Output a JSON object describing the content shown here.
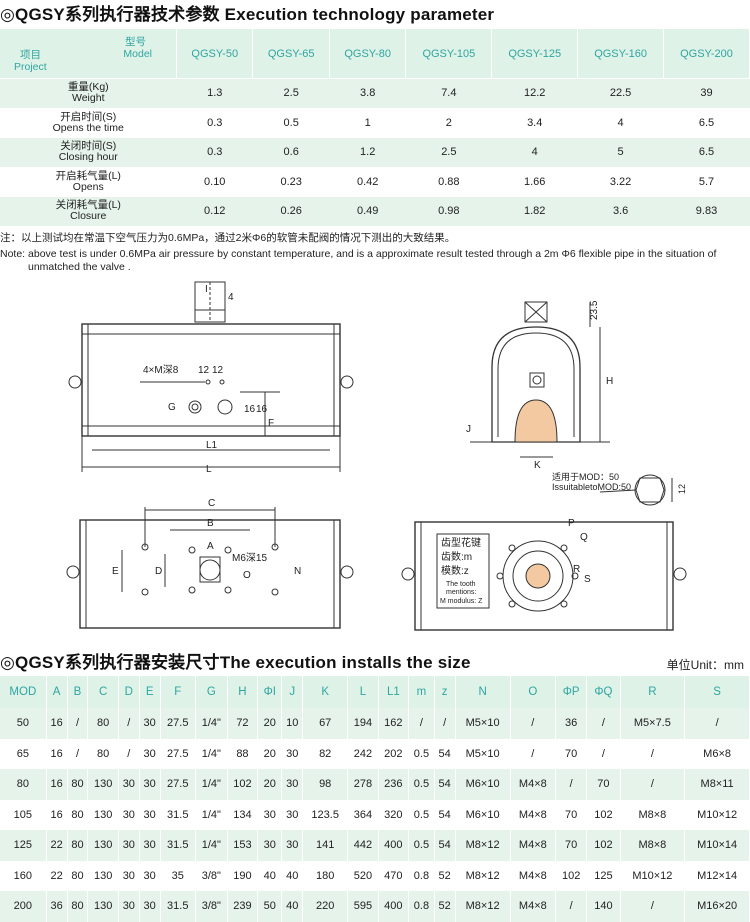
{
  "section1_title": "◎QGSY系列执行器技术参数 Execution technology parameter",
  "table1": {
    "corner_item_cn": "项目",
    "corner_item_en": "Project",
    "corner_model_cn": "型号",
    "corner_model_en": "Model",
    "models": [
      "QGSY-50",
      "QGSY-65",
      "QGSY-80",
      "QGSY-105",
      "QGSY-125",
      "QGSY-160",
      "QGSY-200"
    ],
    "rows": [
      {
        "cn": "重量(Kg)",
        "en": "Weight",
        "values": [
          "1.3",
          "2.5",
          "3.8",
          "7.4",
          "12.2",
          "22.5",
          "39"
        ]
      },
      {
        "cn": "开启时间(S)",
        "en": "Opens the time",
        "values": [
          "0.3",
          "0.5",
          "1",
          "2",
          "3.4",
          "4",
          "6.5"
        ]
      },
      {
        "cn": "关闭时间(S)",
        "en": "Closing hour",
        "values": [
          "0.3",
          "0.6",
          "1.2",
          "2.5",
          "4",
          "5",
          "6.5"
        ]
      },
      {
        "cn": "开启耗气量(L)",
        "en": "Opens",
        "values": [
          "0.10",
          "0.23",
          "0.42",
          "0.88",
          "1.66",
          "3.22",
          "5.7"
        ]
      },
      {
        "cn": "关闭耗气量(L)",
        "en": "Closure",
        "values": [
          "0.12",
          "0.26",
          "0.49",
          "0.98",
          "1.82",
          "3.6",
          "9.83"
        ]
      }
    ]
  },
  "note_cn": "注：以上测试均在常温下空气压力为0.6MPa，通过2米Φ6的软管未配阀的情况下测出的大致结果。",
  "note_en_line1": "Note: above test is under 0.6MPa air pressure by constant temperature, and is a approximate result tested through a 2m Φ6 flexible pipe in the situation of",
  "note_en_line2": "unmatched the valve .",
  "drawing_labels": {
    "front_labels": [
      "4×M深8",
      "12",
      "12",
      "G",
      "16",
      "16",
      "F",
      "L1",
      "L",
      "I",
      "4"
    ],
    "side_labels": [
      "23.5",
      "H",
      "J",
      "K"
    ],
    "spline_label_cn": "适用于MOD：50",
    "spline_label_en": "IssuitabletoMOD:50",
    "spline_dim": "12",
    "bottom_labels": [
      "C",
      "B",
      "A",
      "D",
      "E",
      "M6深15",
      "O",
      "N"
    ],
    "rear_box_lines": [
      "齿型花键",
      "齿数:m",
      "模数:z",
      "The tooth",
      "mentions:",
      "M modulus: Z"
    ],
    "rear_labels": [
      "P",
      "Q",
      "R",
      "S"
    ]
  },
  "section2_title": "◎QGSY系列执行器安装尺寸The execution installs the size",
  "unit_label": "单位Unit：mm",
  "table2": {
    "headers": [
      "MOD",
      "A",
      "B",
      "C",
      "D",
      "E",
      "F",
      "G",
      "H",
      "ΦI",
      "J",
      "K",
      "L",
      "L1",
      "m",
      "z",
      "N",
      "O",
      "ΦP",
      "ΦQ",
      "R",
      "S"
    ],
    "rows": [
      [
        "50",
        "16",
        "/",
        "80",
        "/",
        "30",
        "27.5",
        "1/4\"",
        "72",
        "20",
        "10",
        "67",
        "194",
        "162",
        "/",
        "/",
        "M5×10",
        "/",
        "36",
        "/",
        "M5×7.5",
        "/"
      ],
      [
        "65",
        "16",
        "/",
        "80",
        "/",
        "30",
        "27.5",
        "1/4\"",
        "88",
        "20",
        "30",
        "82",
        "242",
        "202",
        "0.5",
        "54",
        "M5×10",
        "/",
        "70",
        "/",
        "/",
        "M6×8"
      ],
      [
        "80",
        "16",
        "80",
        "130",
        "30",
        "30",
        "27.5",
        "1/4\"",
        "102",
        "20",
        "30",
        "98",
        "278",
        "236",
        "0.5",
        "54",
        "M6×10",
        "M4×8",
        "/",
        "70",
        "/",
        "M8×11"
      ],
      [
        "105",
        "16",
        "80",
        "130",
        "30",
        "30",
        "31.5",
        "1/4\"",
        "134",
        "30",
        "30",
        "123.5",
        "364",
        "320",
        "0.5",
        "54",
        "M6×10",
        "M4×8",
        "70",
        "102",
        "M8×8",
        "M10×12"
      ],
      [
        "125",
        "22",
        "80",
        "130",
        "30",
        "30",
        "31.5",
        "1/4\"",
        "153",
        "30",
        "30",
        "141",
        "442",
        "400",
        "0.5",
        "54",
        "M8×12",
        "M4×8",
        "70",
        "102",
        "M8×8",
        "M10×14"
      ],
      [
        "160",
        "22",
        "80",
        "130",
        "30",
        "30",
        "35",
        "3/8\"",
        "190",
        "40",
        "40",
        "180",
        "520",
        "470",
        "0.8",
        "52",
        "M8×12",
        "M4×8",
        "102",
        "125",
        "M10×12",
        "M12×14"
      ],
      [
        "200",
        "36",
        "80",
        "130",
        "30",
        "30",
        "31.5",
        "3/8\"",
        "239",
        "50",
        "40",
        "220",
        "595",
        "400",
        "0.8",
        "52",
        "M8×12",
        "M4×8",
        "/",
        "140",
        "/",
        "M16×20"
      ]
    ]
  }
}
